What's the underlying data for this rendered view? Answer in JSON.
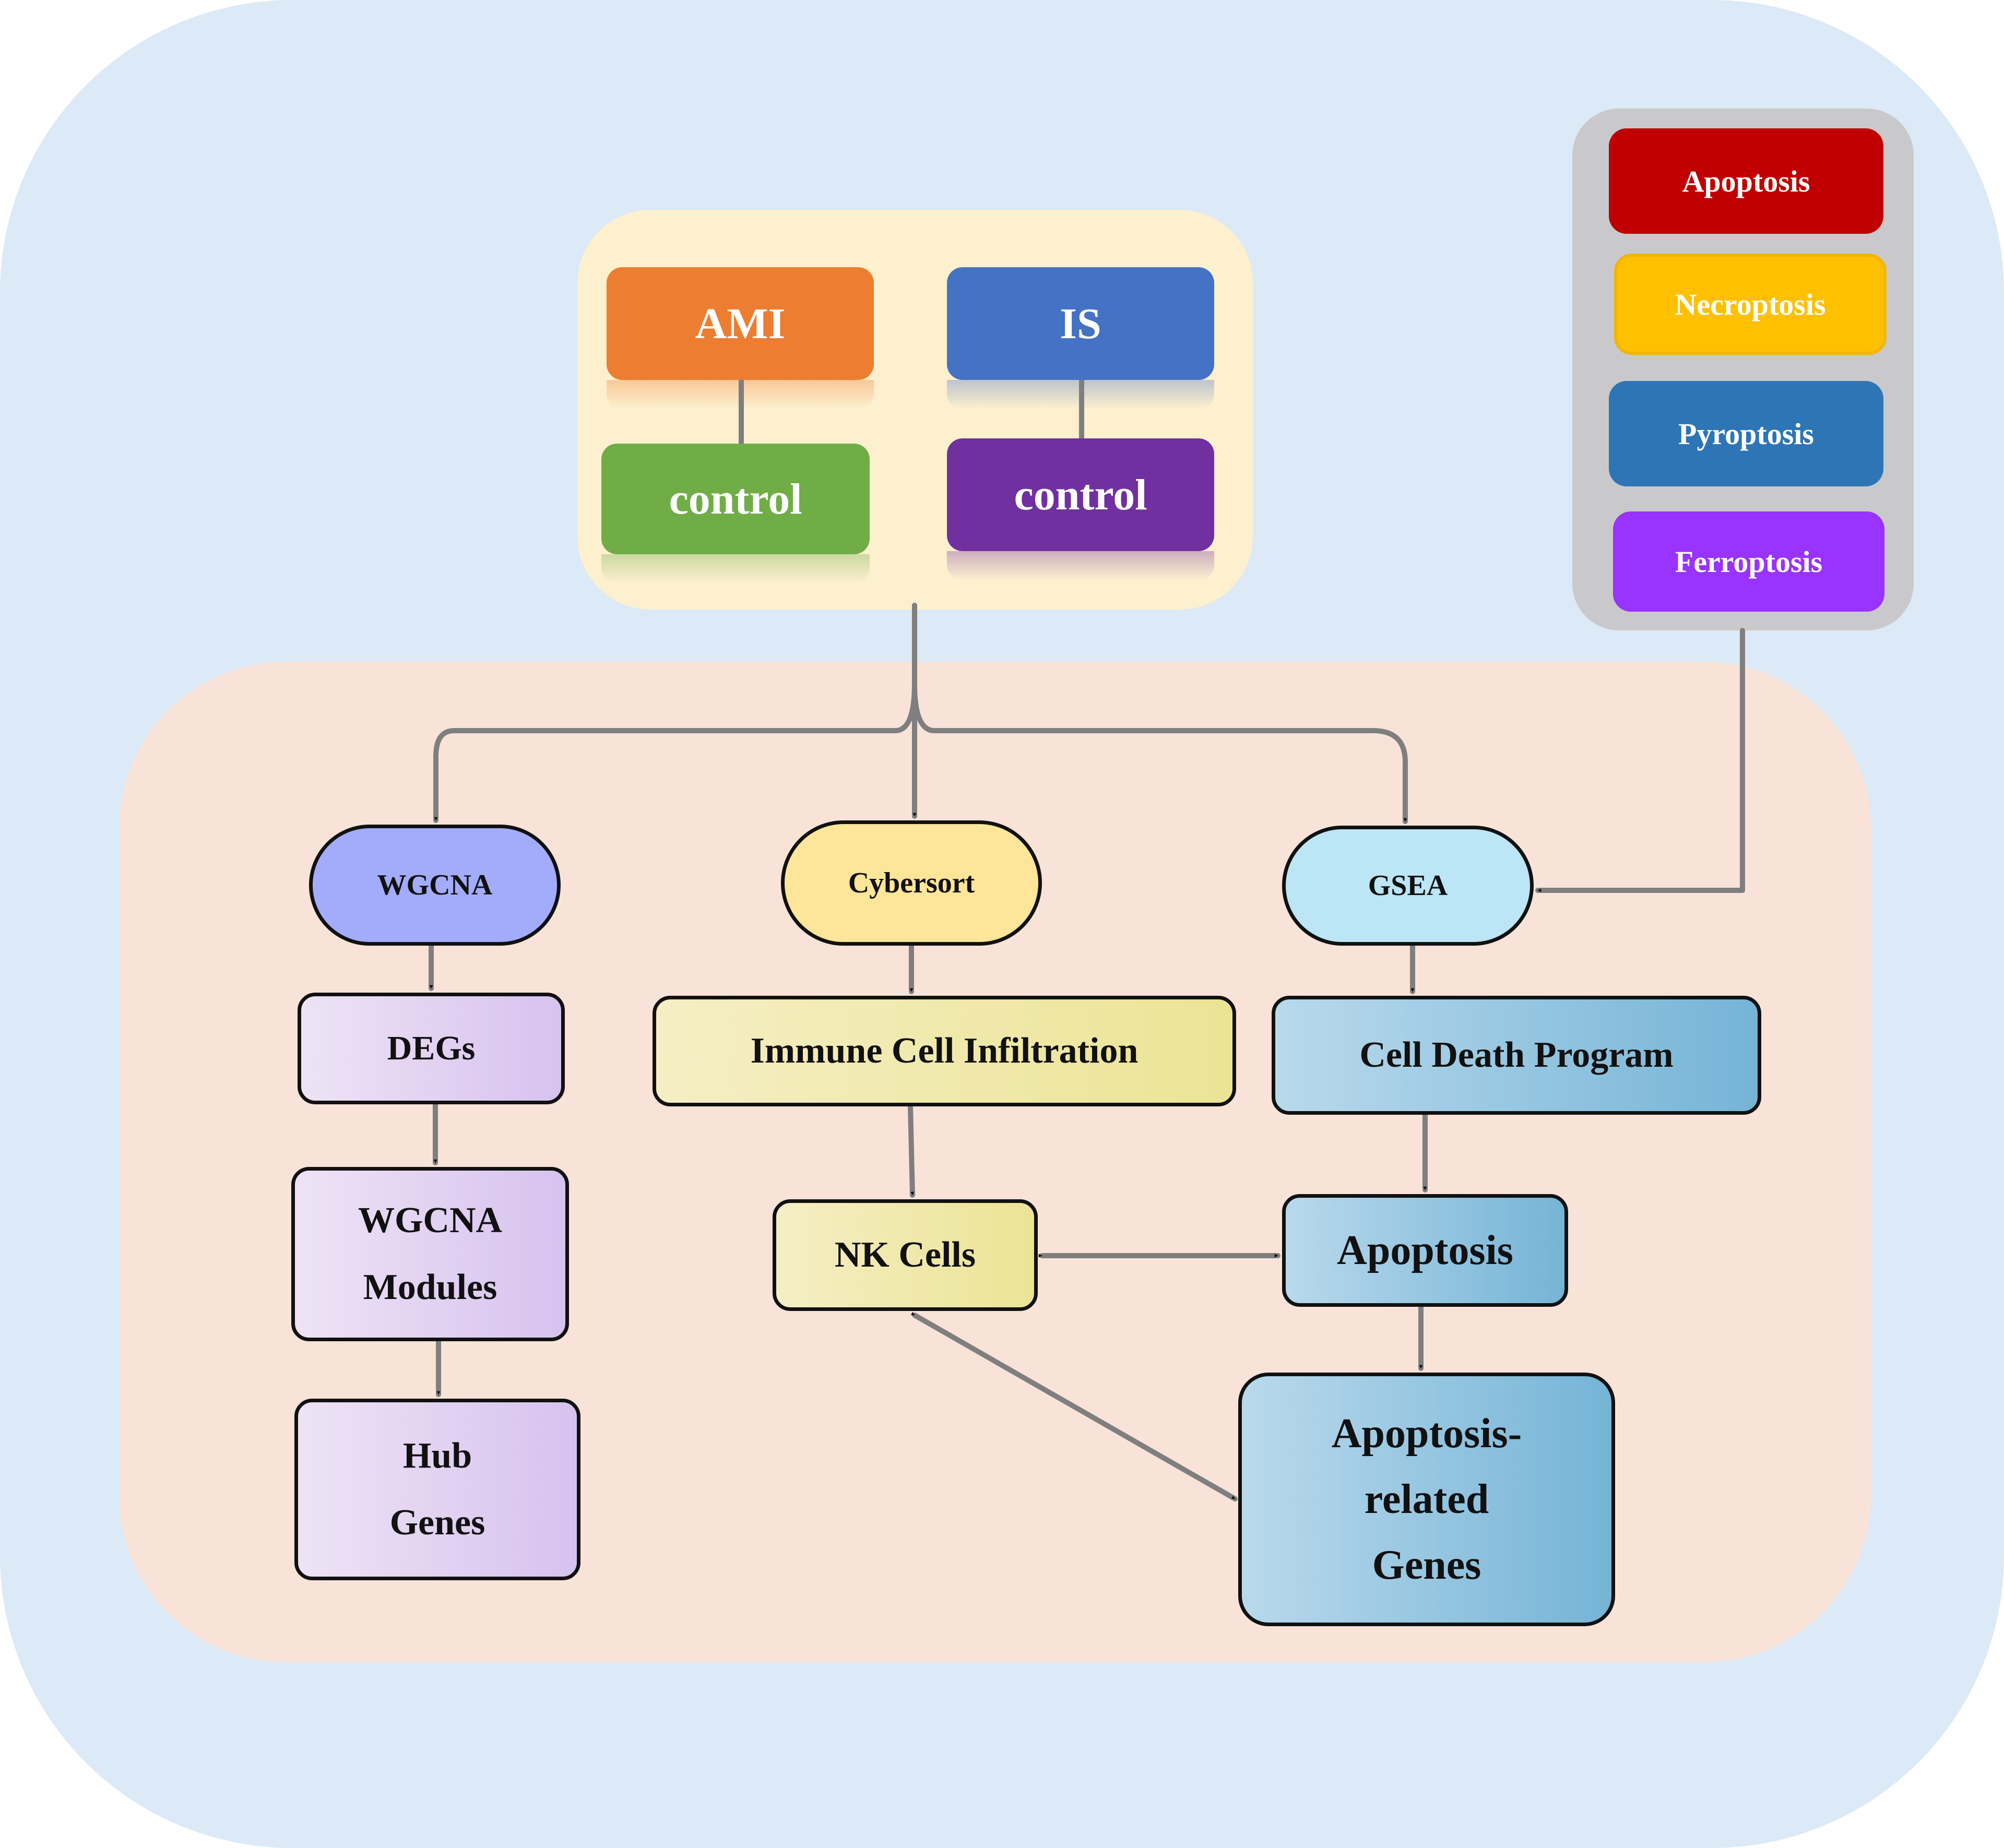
{
  "datasets": [
    {
      "disease": "AMI",
      "control": "control",
      "disease_color": "#ed7d31",
      "control_color": "#70ad47"
    },
    {
      "disease": "IS",
      "control": "control",
      "disease_color": "#4472c4",
      "control_color": "#7030a0"
    }
  ],
  "cell_death_types": [
    {
      "label": "Apoptosis",
      "color": "#c00000"
    },
    {
      "label": "Necroptosis",
      "color": "#ffc000"
    },
    {
      "label": "Pyroptosis",
      "color": "#2e75b6"
    },
    {
      "label": "Ferroptosis",
      "color": "#9933ff"
    }
  ],
  "workflow": {
    "wgcna_branch": {
      "method": "WGCNA",
      "steps": [
        "DEGs",
        "WGCNA Modules",
        "Hub Genes"
      ]
    },
    "immune_branch": {
      "method": "Cybersort",
      "steps": [
        "Immune Cell Infiltration",
        "NK Cells"
      ]
    },
    "gsea_branch": {
      "method": "GSEA",
      "steps": [
        "Cell Death Program",
        "Apoptosis",
        "Apoptosis-related Genes"
      ]
    }
  },
  "colors": {
    "outer_background": "#dce9f6",
    "analysis_background": "#f9e3d8",
    "dataset_background": "#fdf0cf",
    "legend_background": "#c9c9cc",
    "wgcna_node": "#a3acfb",
    "cybersort_node": "#fde59a",
    "gsea_node": "#bce5f5",
    "connector": "#7f7f7f",
    "arrowhead": "#111111"
  }
}
